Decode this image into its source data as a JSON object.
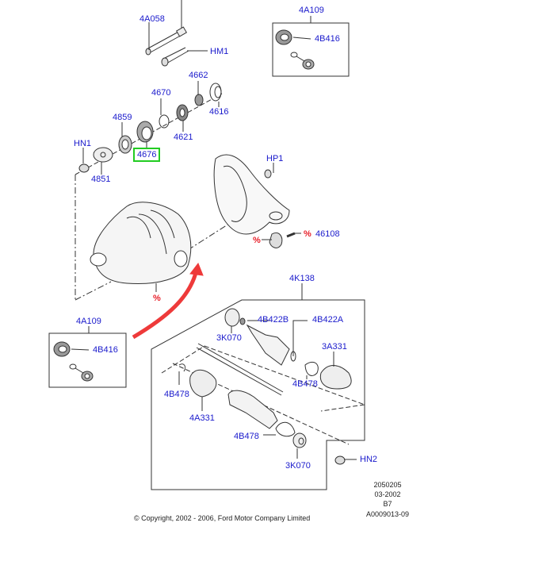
{
  "diagram": {
    "title": "Rear axle / differential exploded view",
    "callouts": {
      "4A058": "4A058",
      "HM1": "HM1",
      "4662": "4662",
      "4670": "4670",
      "4616": "4616",
      "4859": "4859",
      "4621": "4621",
      "HN1": "HN1",
      "4676": "4676",
      "4851": "4851",
      "HP1": "HP1",
      "46108": "46108",
      "4K138": "4K138",
      "4B422B": "4B422B",
      "4B422A": "4B422A",
      "3K070_a": "3K070",
      "3A331": "3A331",
      "4B478_a": "4B478",
      "4B478_b": "4B478",
      "4A331": "4A331",
      "4B478_c": "4B478",
      "3K070_b": "3K070",
      "HN2": "HN2"
    },
    "highlighted_part": "4676",
    "inset_top": {
      "kit": "4A109",
      "part": "4B416"
    },
    "inset_left": {
      "kit": "4A109",
      "part": "4B416"
    },
    "percent_symbol": "%",
    "colors": {
      "callout": "#1a1acc",
      "percent": "#e8202a",
      "highlight": "#22cc22",
      "arrow": "#ee3a3a",
      "line": "#333333"
    }
  },
  "footer": {
    "code": "2050205",
    "date": "03-2002",
    "ref": "B7",
    "doc_id": "A0009013-09",
    "copyright": "© Copyright, 2002 - 2006, Ford Motor Company Limited"
  }
}
